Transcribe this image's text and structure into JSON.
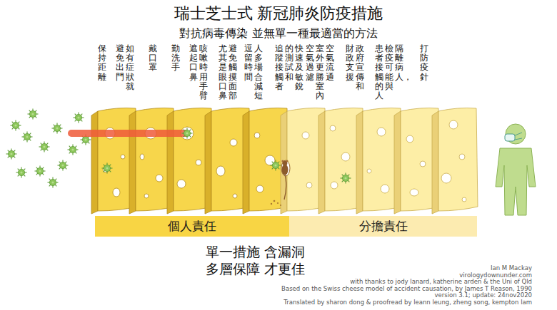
{
  "diagram": {
    "title": "瑞士芝士式 新冠肺炎防疫措施",
    "nodes": [
      {
        "text": [
          "個人責任"
        ]
      },
      {
        "text": [
          "分擔責任"
        ]
      }
    ],
    "labels": [
      "對抗病毒傳染 並無單一種最適當的方法",
      "保持距離",
      "如有症狀就 避免出門",
      "戴口罩",
      "勤洗手",
      "咳嗽時用手臂 遮起口鼻",
      "避免觸摸面部 尤其是眼口鼻",
      "人多場合減短 逗留時間",
      "快速及敏銳 的測試和 追蹤接觸者",
      "空氣流通 室外更勝室內 空氣過濾",
      "政府宣傳和 財政支援",
      "隔離病人， 檢疫可能與 患者接觸的人",
      "打防疫針",
      "單一措施 含漏洞",
      "多層保障 才更佳",
      "Ian M Mackay",
      "virologydownunder.com",
      "with thanks to jody lanard, katherine arden & the Uni of Qld",
      "Based on the Swiss cheese model of accident causation, by James T Reason, 1990",
      "version 3.1; update: 24nov2020",
      "Translated by sharon dong & proofread by leann leung, zheng song, kempton lam"
    ]
  }
}
